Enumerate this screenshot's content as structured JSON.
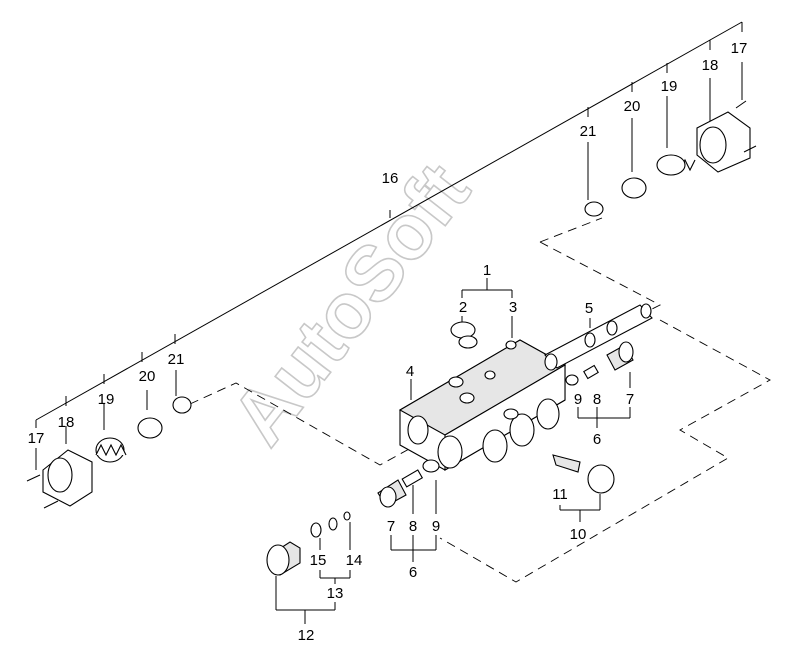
{
  "watermark": "AutoSoft",
  "callouts": {
    "c1": "1",
    "c2": "2",
    "c3": "3",
    "c4": "4",
    "c5": "5",
    "c6": "6",
    "c6b": "6",
    "c7": "7",
    "c7b": "7",
    "c8": "8",
    "c8b": "8",
    "c9": "9",
    "c9b": "9",
    "c10": "10",
    "c11": "11",
    "c12": "12",
    "c13": "13",
    "c14": "14",
    "c15": "15",
    "c16": "16",
    "c17": "17",
    "c17b": "17",
    "c18": "18",
    "c18b": "18",
    "c19": "19",
    "c19b": "19",
    "c20": "20",
    "c20b": "20",
    "c21": "21",
    "c21b": "21"
  }
}
